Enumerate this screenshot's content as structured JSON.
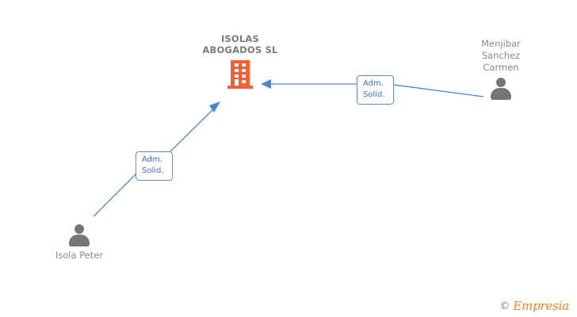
{
  "diagram": {
    "background_color": "#ffffff",
    "company": {
      "name": "ISOLAS\nABOGADOS SL",
      "icon": "building-icon",
      "color": "#f96031"
    },
    "people": [
      {
        "id": "menjibar-sanchez-carmen",
        "name": "Menjibar\nSanchez\nCarmen",
        "icon": "person-icon",
        "color": "#757575"
      },
      {
        "id": "isola-peter",
        "name": "Isola Peter",
        "icon": "person-icon",
        "color": "#757575"
      }
    ],
    "relations": [
      {
        "id": "relation-menjibar",
        "label": "Adm.\nSolid.",
        "from": "menjibar-sanchez-carmen",
        "to": "company",
        "color": "#4a86d8"
      },
      {
        "id": "relation-isola",
        "label": "Adm.\nSolid.",
        "from": "isola-peter",
        "to": "company",
        "color": "#4a86d8"
      }
    ],
    "watermark": {
      "copyright": "©",
      "brand": "Empresia",
      "brand_color": "#f0811a",
      "copyright_color": "#6d8b92"
    }
  }
}
